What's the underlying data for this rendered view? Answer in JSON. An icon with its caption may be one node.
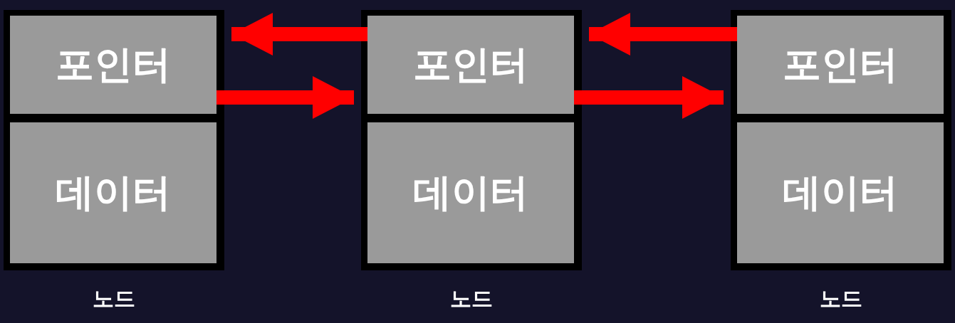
{
  "diagram": {
    "nodes": [
      {
        "text": [],
        "shape": "box",
        "beside": [
          "노드"
        ]
      },
      {
        "text": [
          "포인터"
        ],
        "in": 0
      },
      {
        "text": [
          "데이터"
        ],
        "in": 0
      },
      {
        "text": [],
        "shape": "box",
        "beside": [
          "노드"
        ]
      },
      {
        "text": [
          "포인터"
        ],
        "in": 3
      },
      {
        "text": [
          "데이터"
        ],
        "in": 3
      },
      {
        "text": [],
        "shape": "box",
        "beside": [
          "노드"
        ]
      },
      {
        "text": [
          "포인터"
        ],
        "in": 6
      },
      {
        "text": [
          "데이터"
        ],
        "in": 6
      }
    ],
    "edges": [
      {
        "from": 1,
        "to": 3,
        "arrow": "to"
      },
      {
        "from": 4,
        "to": 0,
        "arrow": "to"
      },
      {
        "from": 4,
        "to": 6,
        "arrow": "to"
      },
      {
        "from": 7,
        "to": 3,
        "arrow": "to"
      }
    ]
  }
}
